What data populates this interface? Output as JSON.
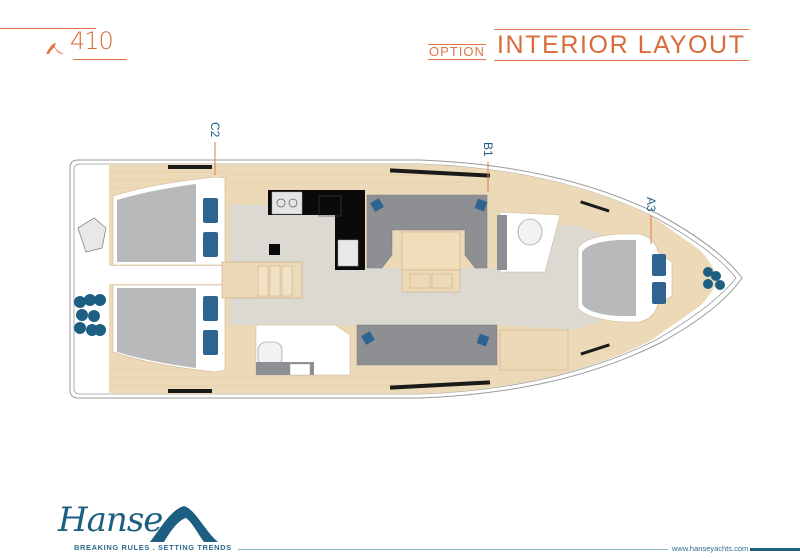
{
  "header": {
    "model_number": "410",
    "option_label": "OPTION",
    "title": "INTERIOR LAYOUT"
  },
  "plan": {
    "cabin_labels": [
      {
        "id": "C2",
        "label": "C2"
      },
      {
        "id": "B1",
        "label": "B1"
      },
      {
        "id": "A3",
        "label": "A3"
      }
    ],
    "areas": [
      "aft-cabin-port",
      "aft-cabin-starboard",
      "galley",
      "saloon",
      "aft-head",
      "forward-head",
      "forward-cabin",
      "companionway-steps",
      "chart-table"
    ]
  },
  "footer": {
    "brand": "Hanse",
    "tagline": "BREAKING RULES . SETTING TRENDS",
    "website": "www.hanseyachts.com"
  },
  "colors": {
    "accent_orange": "#d96b3a",
    "brand_blue": "#1d5f82",
    "wood": "#ecd9b8",
    "floor": "#dcd9d2",
    "upholstery": "#8e8f92",
    "mattress": "#b8b9bb",
    "pillow": "#2f6490"
  }
}
